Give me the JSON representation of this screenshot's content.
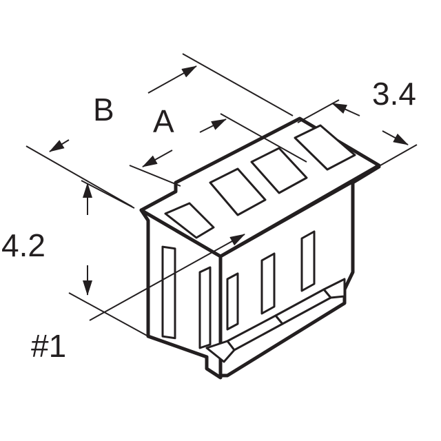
{
  "diagram": {
    "labels": {
      "dim_b": "B",
      "dim_a": "A",
      "dim_width": "3.4",
      "dim_height": "4.2",
      "pin_one": "#1"
    },
    "line_color": "#231f20"
  }
}
